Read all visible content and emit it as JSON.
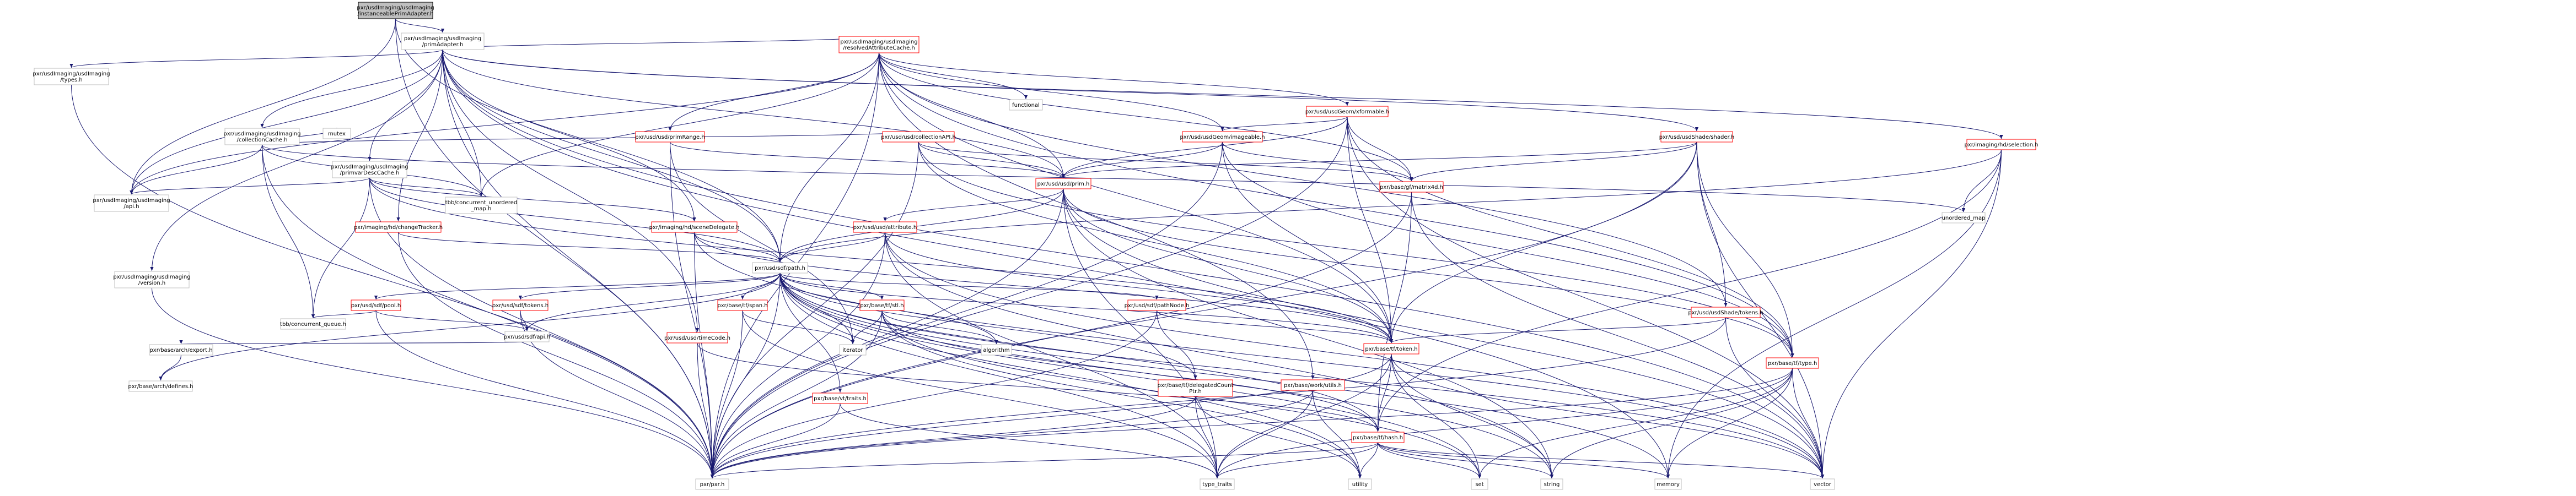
{
  "nodes": [
    {
      "id": "root",
      "lines": [
        "pxr/usdImaging/usdImaging",
        "/instanceablePrimAdapter.h"
      ],
      "kind": "root"
    },
    {
      "id": "primAdapter",
      "lines": [
        "pxr/usdImaging/usdImaging",
        "/primAdapter.h"
      ],
      "kind": "plain"
    },
    {
      "id": "types",
      "lines": [
        "pxr/usdImaging/usdImaging",
        "/types.h"
      ],
      "kind": "plain"
    },
    {
      "id": "collectionCache",
      "lines": [
        "pxr/usdImaging/usdImaging",
        "/collectionCache.h"
      ],
      "kind": "plain"
    },
    {
      "id": "primvarDescCache",
      "lines": [
        "pxr/usdImaging/usdImaging",
        "/primvarDescCache.h"
      ],
      "kind": "plain"
    },
    {
      "id": "resolvedAttributeCache",
      "lines": [
        "pxr/usdImaging/usdImaging",
        "/resolvedAttributeCache.h"
      ],
      "kind": "red"
    },
    {
      "id": "api",
      "lines": [
        "pxr/usdImaging/usdImaging",
        "/api.h"
      ],
      "kind": "plain"
    },
    {
      "id": "version",
      "lines": [
        "pxr/usdImaging/usdImaging",
        "/version.h"
      ],
      "kind": "plain"
    },
    {
      "id": "mutex",
      "lines": [
        "mutex"
      ],
      "kind": "plain"
    },
    {
      "id": "tbbUnordered",
      "lines": [
        "tbb/concurrent_unordered",
        "_map.h"
      ],
      "kind": "plain"
    },
    {
      "id": "tbbQueue",
      "lines": [
        "tbb/concurrent_queue.h"
      ],
      "kind": "plain"
    },
    {
      "id": "functional",
      "lines": [
        "functional"
      ],
      "kind": "plain"
    },
    {
      "id": "xformable",
      "lines": [
        "pxr/usd/usdGeom/xformable.h"
      ],
      "kind": "red"
    },
    {
      "id": "primRange",
      "lines": [
        "pxr/usd/usd/primRange.h"
      ],
      "kind": "red"
    },
    {
      "id": "collectionAPI",
      "lines": [
        "pxr/usd/usd/collectionAPI.h"
      ],
      "kind": "red"
    },
    {
      "id": "imageable",
      "lines": [
        "pxr/usd/usdGeom/imageable.h"
      ],
      "kind": "red"
    },
    {
      "id": "shader",
      "lines": [
        "pxr/usd/usdShade/shader.h"
      ],
      "kind": "red"
    },
    {
      "id": "selection",
      "lines": [
        "pxr/imaging/hd/selection.h"
      ],
      "kind": "red"
    },
    {
      "id": "changeTracker",
      "lines": [
        "pxr/imaging/hd/changeTracker.h"
      ],
      "kind": "red"
    },
    {
      "id": "sceneDelegate",
      "lines": [
        "pxr/imaging/hd/sceneDelegate.h"
      ],
      "kind": "red"
    },
    {
      "id": "attribute",
      "lines": [
        "pxr/usd/usd/attribute.h"
      ],
      "kind": "red"
    },
    {
      "id": "prim",
      "lines": [
        "pxr/usd/usd/prim.h"
      ],
      "kind": "red"
    },
    {
      "id": "matrix4d",
      "lines": [
        "pxr/base/gf/matrix4d.h"
      ],
      "kind": "red"
    },
    {
      "id": "unorderedMap",
      "lines": [
        "unordered_map"
      ],
      "kind": "plain"
    },
    {
      "id": "sdfPath",
      "lines": [
        "pxr/usd/sdf/path.h"
      ],
      "kind": "plain"
    },
    {
      "id": "shadeTokens",
      "lines": [
        "pxr/usd/usdShade/tokens.h"
      ],
      "kind": "red"
    },
    {
      "id": "sdfPool",
      "lines": [
        "pxr/usd/sdf/pool.h"
      ],
      "kind": "red"
    },
    {
      "id": "sdfTokens",
      "lines": [
        "pxr/usd/sdf/tokens.h"
      ],
      "kind": "red"
    },
    {
      "id": "tfSpan",
      "lines": [
        "pxr/base/tf/span.h"
      ],
      "kind": "red"
    },
    {
      "id": "tfStl",
      "lines": [
        "pxr/base/tf/stl.h"
      ],
      "kind": "red"
    },
    {
      "id": "pathNode",
      "lines": [
        "pxr/usd/sdf/pathNode.h"
      ],
      "kind": "red"
    },
    {
      "id": "sdfApi",
      "lines": [
        "pxr/usd/sdf/api.h"
      ],
      "kind": "plain"
    },
    {
      "id": "timeCode",
      "lines": [
        "pxr/usd/usd/timeCode.h"
      ],
      "kind": "red"
    },
    {
      "id": "archExport",
      "lines": [
        "pxr/base/arch/export.h"
      ],
      "kind": "plain"
    },
    {
      "id": "archDefines",
      "lines": [
        "pxr/base/arch/defines.h"
      ],
      "kind": "plain"
    },
    {
      "id": "iterator",
      "lines": [
        "iterator"
      ],
      "kind": "plain"
    },
    {
      "id": "algorithm",
      "lines": [
        "algorithm"
      ],
      "kind": "plain"
    },
    {
      "id": "tfToken",
      "lines": [
        "pxr/base/tf/token.h"
      ],
      "kind": "red"
    },
    {
      "id": "delegatedCount",
      "lines": [
        "pxr/base/tf/delegatedCount",
        "Ptr.h"
      ],
      "kind": "red"
    },
    {
      "id": "workUtils",
      "lines": [
        "pxr/base/work/utils.h"
      ],
      "kind": "red"
    },
    {
      "id": "vtTraits",
      "lines": [
        "pxr/base/vt/traits.h"
      ],
      "kind": "red"
    },
    {
      "id": "tfHash",
      "lines": [
        "pxr/base/tf/hash.h"
      ],
      "kind": "red"
    },
    {
      "id": "tfType",
      "lines": [
        "pxr/base/tf/type.h"
      ],
      "kind": "red"
    },
    {
      "id": "pxr",
      "lines": [
        "pxr/pxr.h"
      ],
      "kind": "plain"
    },
    {
      "id": "typeTraits",
      "lines": [
        "type_traits"
      ],
      "kind": "plain"
    },
    {
      "id": "utility",
      "lines": [
        "utility"
      ],
      "kind": "plain"
    },
    {
      "id": "set",
      "lines": [
        "set"
      ],
      "kind": "plain"
    },
    {
      "id": "string",
      "lines": [
        "string"
      ],
      "kind": "plain"
    },
    {
      "id": "memory",
      "lines": [
        "memory"
      ],
      "kind": "plain"
    },
    {
      "id": "vector",
      "lines": [
        "vector"
      ],
      "kind": "plain"
    }
  ],
  "edges": [
    [
      "root",
      "primAdapter"
    ],
    [
      "root",
      "api"
    ],
    [
      "root",
      "pxr"
    ],
    [
      "root",
      "sdfPath"
    ],
    [
      "primAdapter",
      "types"
    ],
    [
      "primAdapter",
      "collectionCache"
    ],
    [
      "primAdapter",
      "primvarDescCache"
    ],
    [
      "primAdapter",
      "resolvedAttributeCache"
    ],
    [
      "primAdapter",
      "api"
    ],
    [
      "primAdapter",
      "version"
    ],
    [
      "primAdapter",
      "shader"
    ],
    [
      "primAdapter",
      "selection"
    ],
    [
      "primAdapter",
      "changeTracker"
    ],
    [
      "primAdapter",
      "sceneDelegate"
    ],
    [
      "primAdapter",
      "prim"
    ],
    [
      "primAdapter",
      "sdfPath"
    ],
    [
      "primAdapter",
      "timeCode"
    ],
    [
      "primAdapter",
      "tbbUnordered"
    ],
    [
      "primAdapter",
      "pxr"
    ],
    [
      "primAdapter",
      "memory"
    ],
    [
      "primAdapter",
      "vector"
    ],
    [
      "types",
      "pxr"
    ],
    [
      "version",
      "pxr"
    ],
    [
      "collectionCache",
      "mutex"
    ],
    [
      "collectionCache",
      "tbbUnordered"
    ],
    [
      "collectionCache",
      "tbbQueue"
    ],
    [
      "collectionCache",
      "collectionAPI"
    ],
    [
      "collectionCache",
      "api"
    ],
    [
      "collectionCache",
      "pxr"
    ],
    [
      "collectionCache",
      "unorderedMap"
    ],
    [
      "primvarDescCache",
      "api"
    ],
    [
      "primvarDescCache",
      "tbbUnordered"
    ],
    [
      "primvarDescCache",
      "sdfPath"
    ],
    [
      "primvarDescCache",
      "sceneDelegate"
    ],
    [
      "primvarDescCache",
      "tfToken"
    ],
    [
      "primvarDescCache",
      "pxr"
    ],
    [
      "primvarDescCache",
      "tbbQueue"
    ],
    [
      "resolvedAttributeCache",
      "functional"
    ],
    [
      "resolvedAttributeCache",
      "xformable"
    ],
    [
      "resolvedAttributeCache",
      "primRange"
    ],
    [
      "resolvedAttributeCache",
      "imageable"
    ],
    [
      "resolvedAttributeCache",
      "prim"
    ],
    [
      "resolvedAttributeCache",
      "matrix4d"
    ],
    [
      "resolvedAttributeCache",
      "sdfPath"
    ],
    [
      "resolvedAttributeCache",
      "workUtils"
    ],
    [
      "resolvedAttributeCache",
      "api"
    ],
    [
      "resolvedAttributeCache",
      "pxr"
    ],
    [
      "resolvedAttributeCache",
      "tbbUnordered"
    ],
    [
      "resolvedAttributeCache",
      "shadeTokens"
    ],
    [
      "resolvedAttributeCache",
      "tfType"
    ],
    [
      "resolvedAttributeCache",
      "tfToken"
    ],
    [
      "xformable",
      "imageable"
    ],
    [
      "xformable",
      "prim"
    ],
    [
      "xformable",
      "matrix4d"
    ],
    [
      "xformable",
      "tfToken"
    ],
    [
      "xformable",
      "tfType"
    ],
    [
      "xformable",
      "vector"
    ],
    [
      "xformable",
      "pxr"
    ],
    [
      "primRange",
      "prim"
    ],
    [
      "primRange",
      "pxr"
    ],
    [
      "primRange",
      "iterator"
    ],
    [
      "collectionAPI",
      "prim"
    ],
    [
      "collectionAPI",
      "tfToken"
    ],
    [
      "collectionAPI",
      "tfType"
    ],
    [
      "collectionAPI",
      "pxr"
    ],
    [
      "collectionAPI",
      "matrix4d"
    ],
    [
      "imageable",
      "prim"
    ],
    [
      "imageable",
      "matrix4d"
    ],
    [
      "imageable",
      "tfToken"
    ],
    [
      "imageable",
      "tfType"
    ],
    [
      "imageable",
      "pxr"
    ],
    [
      "shader",
      "prim"
    ],
    [
      "shader",
      "shadeTokens"
    ],
    [
      "shader",
      "matrix4d"
    ],
    [
      "shader",
      "tfToken"
    ],
    [
      "shader",
      "tfType"
    ],
    [
      "shader",
      "vector"
    ],
    [
      "shader",
      "pxr"
    ],
    [
      "selection",
      "sdfPath"
    ],
    [
      "selection",
      "unorderedMap"
    ],
    [
      "selection",
      "vector"
    ],
    [
      "selection",
      "memory"
    ],
    [
      "selection",
      "tfHash"
    ],
    [
      "changeTracker",
      "sdfPath"
    ],
    [
      "changeTracker",
      "pxr"
    ],
    [
      "sceneDelegate",
      "sdfPath"
    ],
    [
      "sceneDelegate",
      "tfToken"
    ],
    [
      "sceneDelegate",
      "pxr"
    ],
    [
      "sceneDelegate",
      "vector"
    ],
    [
      "attribute",
      "sdfPath"
    ],
    [
      "attribute",
      "pxr"
    ],
    [
      "attribute",
      "tfToken"
    ],
    [
      "attribute",
      "string"
    ],
    [
      "attribute",
      "vector"
    ],
    [
      "attribute",
      "typeTraits"
    ],
    [
      "prim",
      "sdfPath"
    ],
    [
      "prim",
      "attribute"
    ],
    [
      "prim",
      "tfToken"
    ],
    [
      "prim",
      "pxr"
    ],
    [
      "prim",
      "vector"
    ],
    [
      "prim",
      "string"
    ],
    [
      "prim",
      "typeTraits"
    ],
    [
      "prim",
      "tfType"
    ],
    [
      "matrix4d",
      "pxr"
    ],
    [
      "matrix4d",
      "tfHash"
    ],
    [
      "matrix4d",
      "vector"
    ],
    [
      "sdfPath",
      "sdfPool"
    ],
    [
      "sdfPath",
      "sdfTokens"
    ],
    [
      "sdfPath",
      "tfSpan"
    ],
    [
      "sdfPath",
      "tfStl"
    ],
    [
      "sdfPath",
      "pathNode"
    ],
    [
      "sdfPath",
      "sdfApi"
    ],
    [
      "sdfPath",
      "tfToken"
    ],
    [
      "sdfPath",
      "delegatedCount"
    ],
    [
      "sdfPath",
      "iterator"
    ],
    [
      "sdfPath",
      "algorithm"
    ],
    [
      "sdfPath",
      "set"
    ],
    [
      "sdfPath",
      "string"
    ],
    [
      "sdfPath",
      "vector"
    ],
    [
      "sdfPath",
      "utility"
    ],
    [
      "sdfPath",
      "typeTraits"
    ],
    [
      "sdfPath",
      "pxr"
    ],
    [
      "sdfPath",
      "tfHash"
    ],
    [
      "sdfPath",
      "memory"
    ],
    [
      "sdfPath",
      "vtTraits"
    ],
    [
      "sdfPath",
      "archDefines"
    ],
    [
      "shadeTokens",
      "tfToken"
    ],
    [
      "shadeTokens",
      "vector"
    ],
    [
      "shadeTokens",
      "pxr"
    ],
    [
      "sdfPool",
      "sdfApi"
    ],
    [
      "sdfPool",
      "tbbQueue"
    ],
    [
      "sdfPool",
      "pxr"
    ],
    [
      "sdfTokens",
      "sdfApi"
    ],
    [
      "sdfTokens",
      "pxr"
    ],
    [
      "tfSpan",
      "pxr"
    ],
    [
      "tfSpan",
      "iterator"
    ],
    [
      "tfSpan",
      "typeTraits"
    ],
    [
      "tfStl",
      "pxr"
    ],
    [
      "tfStl",
      "iterator"
    ],
    [
      "tfStl",
      "algorithm"
    ],
    [
      "tfStl",
      "tfHash"
    ],
    [
      "tfStl",
      "utility"
    ],
    [
      "tfStl",
      "set"
    ],
    [
      "pathNode",
      "tfToken"
    ],
    [
      "pathNode",
      "delegatedCount"
    ],
    [
      "pathNode",
      "pxr"
    ],
    [
      "sdfApi",
      "archExport"
    ],
    [
      "timeCode",
      "pxr"
    ],
    [
      "timeCode",
      "tfHash"
    ],
    [
      "archExport",
      "archDefines"
    ],
    [
      "tfToken",
      "tfHash"
    ],
    [
      "tfToken",
      "pxr"
    ],
    [
      "tfToken",
      "string"
    ],
    [
      "tfToken",
      "vector"
    ],
    [
      "tfToken",
      "set"
    ],
    [
      "tfToken",
      "typeTraits"
    ],
    [
      "delegatedCount",
      "typeTraits"
    ],
    [
      "delegatedCount",
      "utility"
    ],
    [
      "delegatedCount",
      "pxr"
    ],
    [
      "workUtils",
      "pxr"
    ],
    [
      "workUtils",
      "utility"
    ],
    [
      "workUtils",
      "typeTraits"
    ],
    [
      "vtTraits",
      "pxr"
    ],
    [
      "vtTraits",
      "typeTraits"
    ],
    [
      "tfHash",
      "pxr"
    ],
    [
      "tfHash",
      "typeTraits"
    ],
    [
      "tfHash",
      "utility"
    ],
    [
      "tfHash",
      "set"
    ],
    [
      "tfHash",
      "string"
    ],
    [
      "tfHash",
      "memory"
    ],
    [
      "tfHash",
      "vector"
    ],
    [
      "tfType",
      "pxr"
    ],
    [
      "tfType",
      "set"
    ],
    [
      "tfType",
      "string"
    ],
    [
      "tfType",
      "memory"
    ],
    [
      "tfType",
      "vector"
    ],
    [
      "tfType",
      "typeTraits"
    ]
  ]
}
